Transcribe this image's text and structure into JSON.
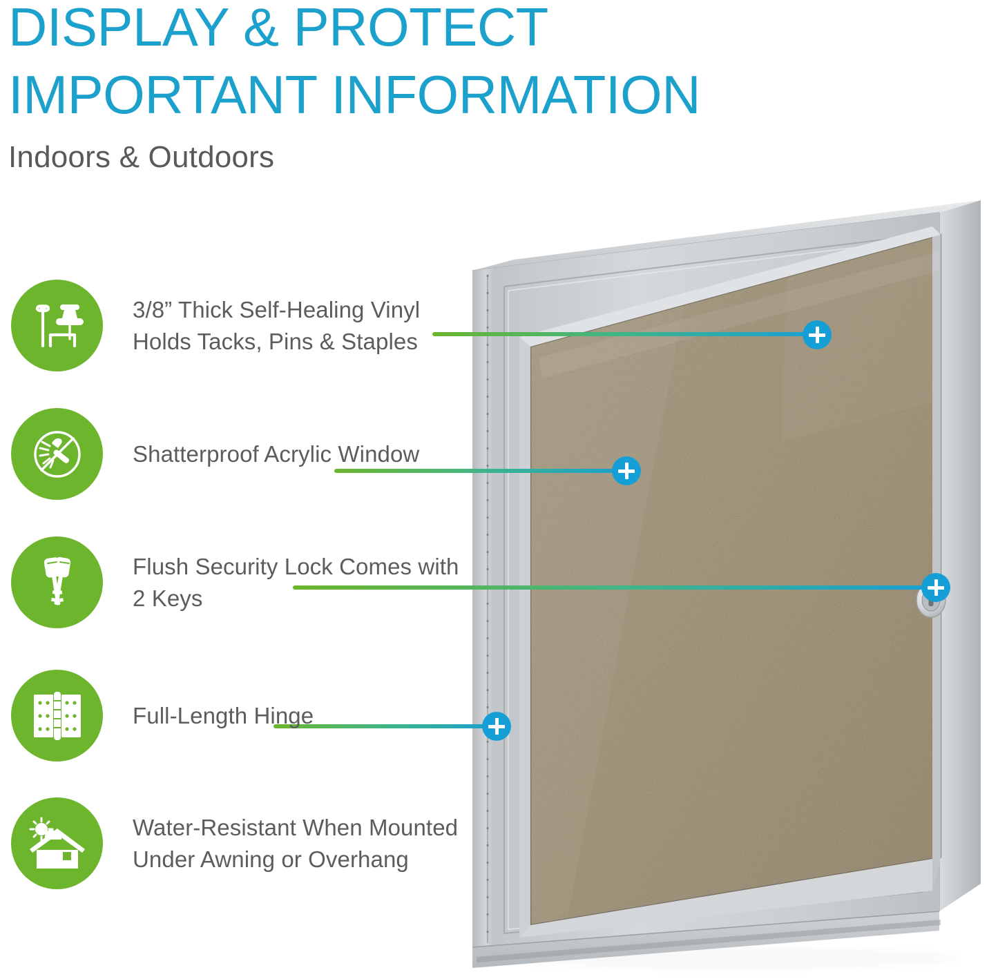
{
  "headline": {
    "line1": "DISPLAY & PROTECT",
    "line2": "IMPORTANT INFORMATION",
    "subtitle": "Indoors & Outdoors"
  },
  "colors": {
    "headline_blue": "#1CA0CC",
    "badge_green": "#6CB52D",
    "marker_cyan": "#169FD6",
    "body_gray": "#5B5C5E",
    "frame_silver": "#C6C9CC",
    "tackboard_tan": "#A89B82"
  },
  "features": [
    {
      "icon": "pin-tack-staple-icon",
      "text": "3/8” Thick Self-Healing Vinyl Holds Tacks, Pins & Staples"
    },
    {
      "icon": "no-hammer-shatterproof-icon",
      "text": "Shatterproof Acrylic Window"
    },
    {
      "icon": "keys-icon",
      "text": "Flush Security Lock Comes with 2 Keys"
    },
    {
      "icon": "hinge-icon",
      "text": "Full-Length Hinge"
    },
    {
      "icon": "house-sun-cloud-icon",
      "text": "Water-Resistant When Mounted Under Awning or Overhang"
    }
  ],
  "callouts": [
    {
      "target": "vinyl-tackboard-surface"
    },
    {
      "target": "acrylic-window"
    },
    {
      "target": "security-lock"
    },
    {
      "target": "full-length-hinge"
    }
  ],
  "product": {
    "name": "enclosed-bulletin-board-cabinet",
    "frame_finish": "satin-aluminum",
    "board_surface": "tan-vinyl-tackboard",
    "door_count": 1
  }
}
